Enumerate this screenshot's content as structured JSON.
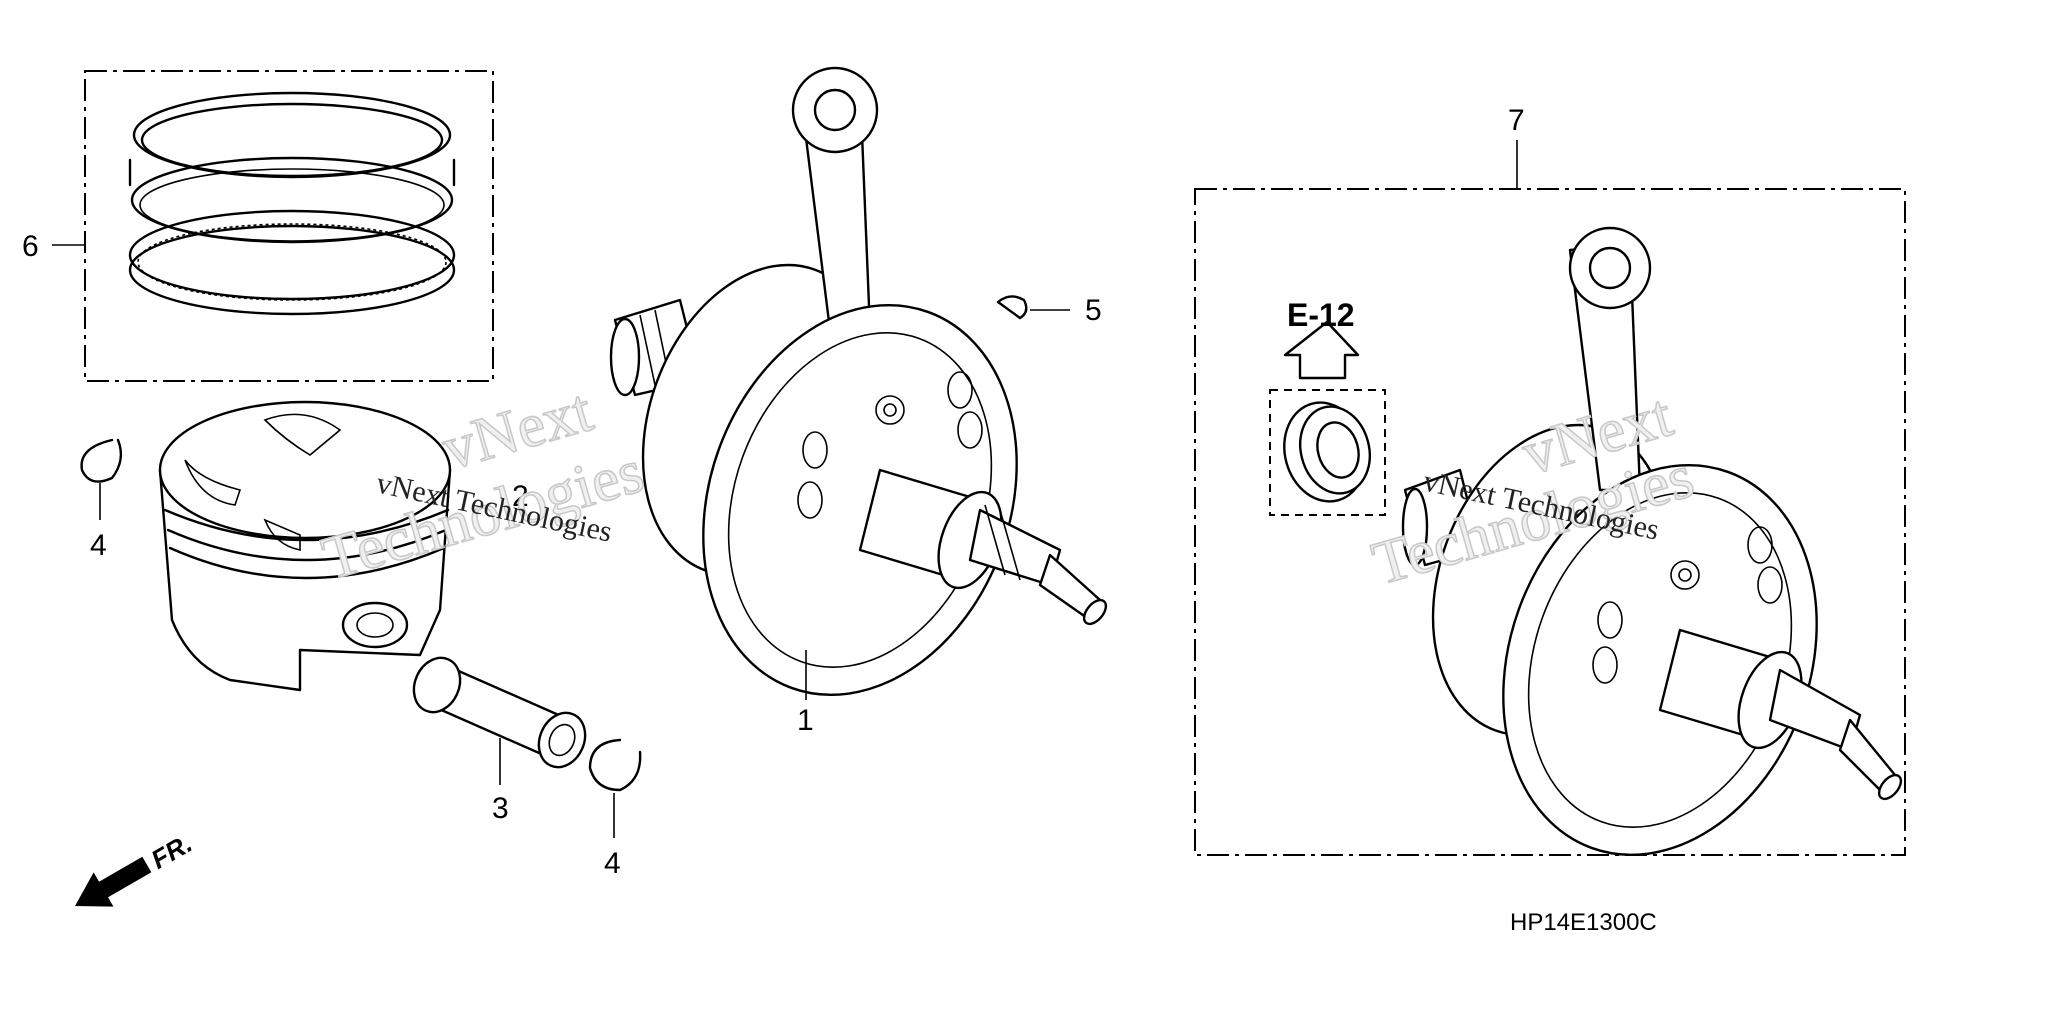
{
  "callouts": {
    "crankshaft": "1",
    "piston": "2",
    "piston_pin": "3",
    "pin_clip_left": "4",
    "pin_clip_right": "4",
    "woodruff_key": "5",
    "ring_set": "6",
    "crankshaft_assy": "7"
  },
  "reference": {
    "label": "E-12"
  },
  "diagram_code": "HP14E1300C",
  "front_indicator": {
    "label": "FR."
  },
  "watermark": {
    "line1": "vNext",
    "line2": "Technologies",
    "small": "vNext Technologies"
  }
}
